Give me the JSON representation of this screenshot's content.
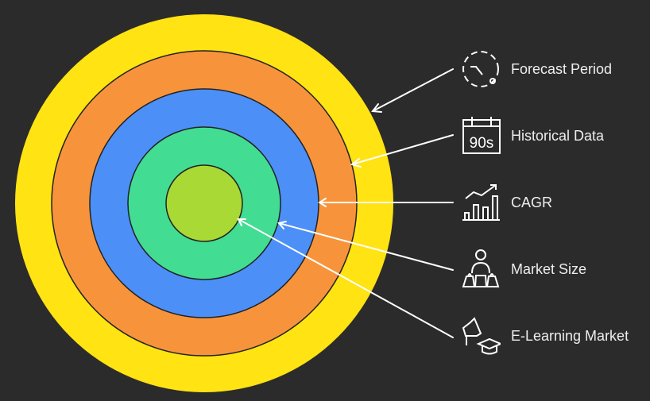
{
  "colors": {
    "background": "#2b2b2b",
    "ring_outer": "#ffe312",
    "ring_2": "#f7943b",
    "ring_3": "#4c8ff7",
    "ring_4": "#42dc93",
    "ring_core": "#a9d934",
    "stroke": "#ffffff"
  },
  "layers": [
    {
      "label": "Forecast Period",
      "icon": "clock-dashed-icon"
    },
    {
      "label": "Historical Data",
      "icon": "calendar-90s-icon"
    },
    {
      "label": "CAGR",
      "icon": "growth-chart-icon"
    },
    {
      "label": "Market Size",
      "icon": "people-shopping-bags-icon"
    },
    {
      "label": "E-Learning Market",
      "icon": "megaphone-graduation-cap-icon"
    }
  ]
}
